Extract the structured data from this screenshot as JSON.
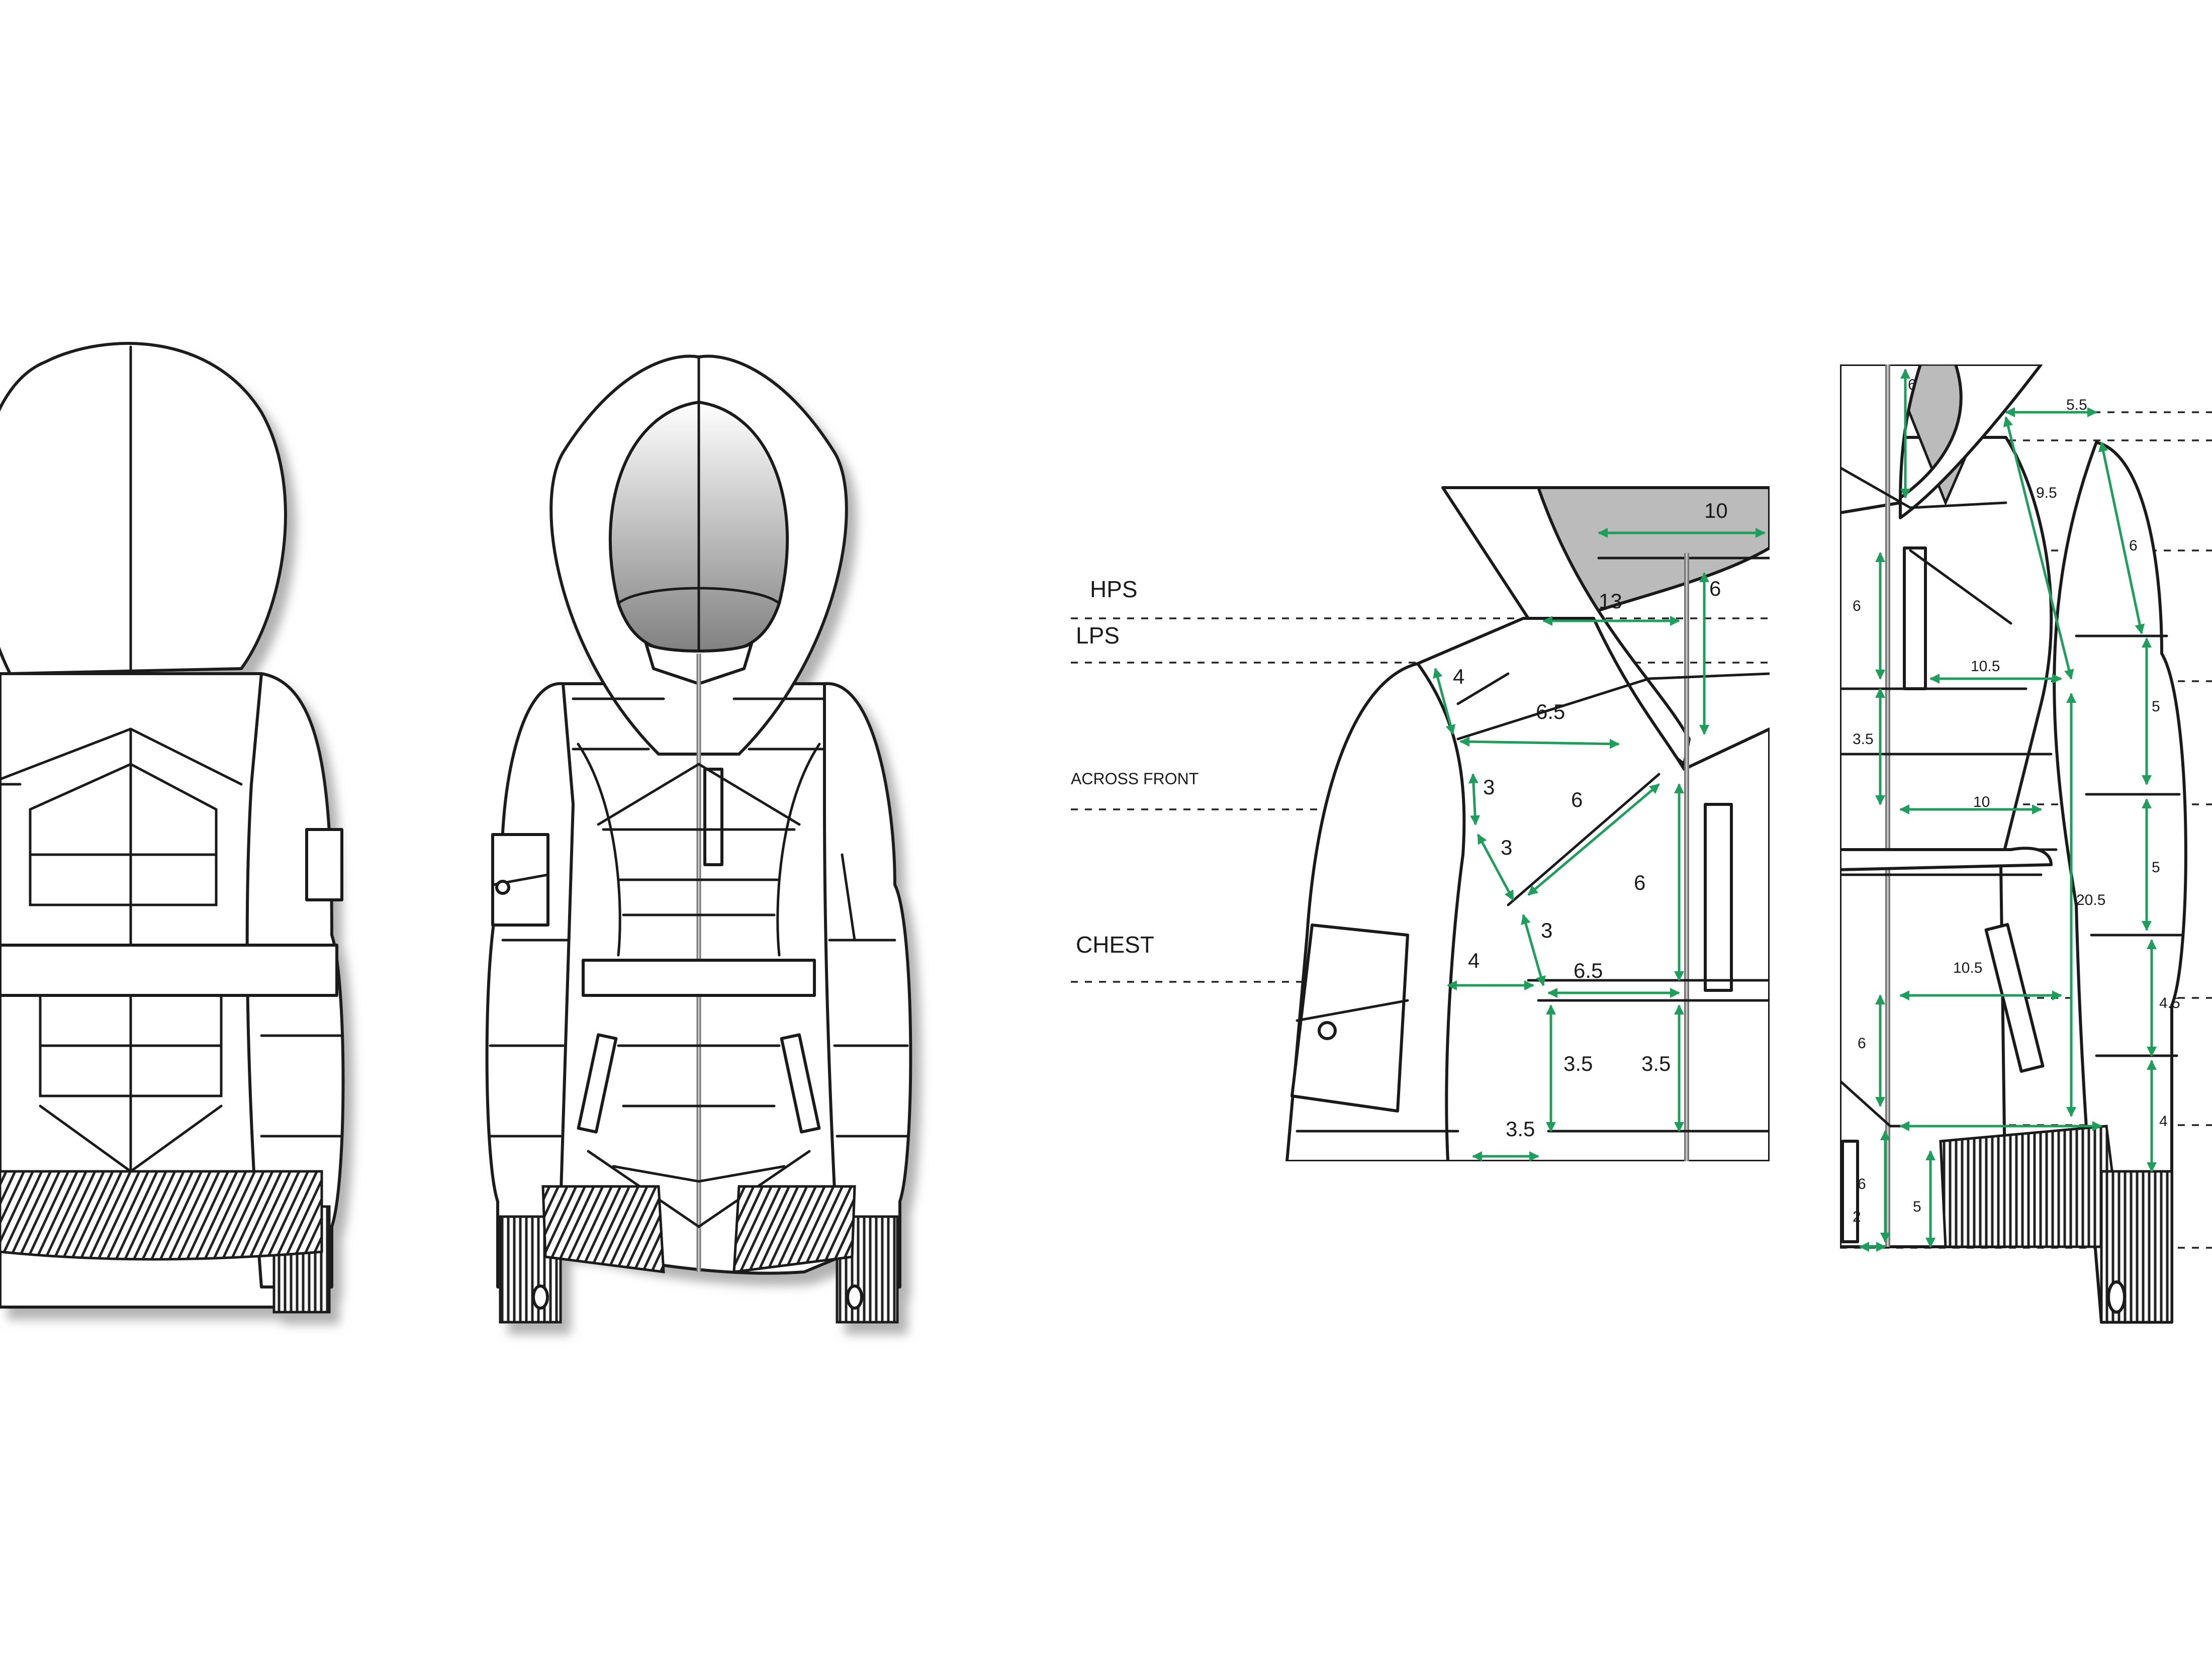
{
  "colors": {
    "outline": "#1a1a1a",
    "measurement_arrow": "#1e9e5a",
    "hood_lining_top": "#8a8a8a",
    "rib_knit": "#333333",
    "shadow": "#bdbdbd"
  },
  "views": [
    "back-view",
    "front-view",
    "front-measurement-detail",
    "side-measurement-detail"
  ],
  "reference_lines": {
    "hps": "HPS",
    "lps": "LPS",
    "across_front": "ACROSS FRONT",
    "chest": "CHEST"
  },
  "front_detail_measurements": [
    "10",
    "13",
    "6",
    "4",
    "6.5",
    "3",
    "6",
    "3",
    "6",
    "3",
    "4",
    "6.5",
    "3.5",
    "3.5",
    "3.5"
  ],
  "side_detail_measurements": [
    "6",
    "5.5",
    "9.5",
    "6",
    "6",
    "10.5",
    "5",
    "3.5",
    "10",
    "5",
    "20.5",
    "10.5",
    "6",
    "4.5",
    "4",
    "6",
    "5",
    "2"
  ]
}
